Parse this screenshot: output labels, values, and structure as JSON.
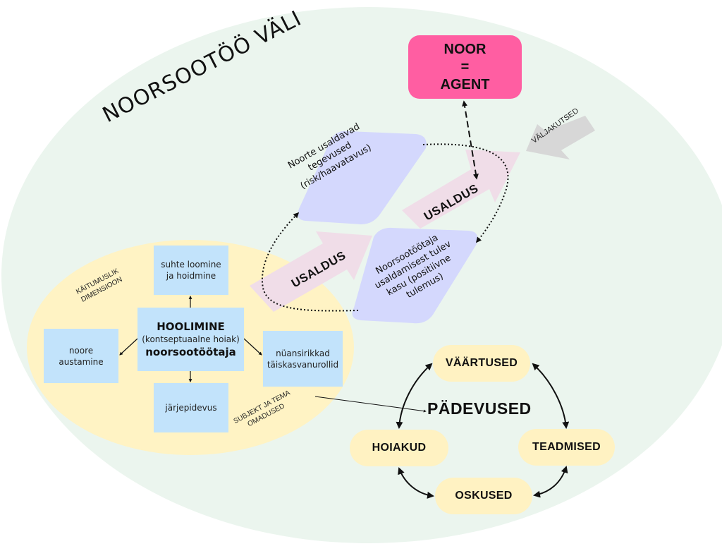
{
  "colors": {
    "field": "#ebf5ee",
    "behavior_area": "#fff3c4",
    "agent": "#ff5ea2",
    "rhombus": "#d4d8fd",
    "trust_arrow": "#f0dde8",
    "challenge_arrow": "#d7d7d7",
    "blue_box": "#c2e3fb",
    "competence_pill": "#fff2c2"
  },
  "field": {
    "title": "NOORSOOTÖÖ VÄLI"
  },
  "agent": {
    "line1": "NOOR",
    "line2": "=",
    "line3": "AGENT"
  },
  "challenges": {
    "label": "VÄLJAKUTSED",
    "icon": "arrow-icon"
  },
  "trust_arrows": [
    {
      "label": "USALDUS"
    },
    {
      "label": "USALDUS"
    }
  ],
  "trust_cycle": {
    "youth_actions": {
      "lines": [
        "Noorte usaldavad",
        "tegevused",
        "(risk/haavatavus)"
      ]
    },
    "worker_benefit": {
      "lines": [
        "Noorsootöötaja",
        "usaldamisest tulev",
        "kasu (positiivne",
        "tulemus)"
      ]
    }
  },
  "behavior_dimension": {
    "label_lines": [
      "KÄITUMUSLIK",
      "DIMENSIOON"
    ],
    "subject_label_lines": [
      "SUBJEKT JA TEMA",
      "OMADUSED"
    ],
    "center": {
      "title": "HOOLIMINE",
      "subtitle": "(kontseptuaalne hoiak)",
      "role": "noorsootöötaja"
    },
    "boxes": {
      "relationship": [
        "suhte loomine",
        "ja hoidmine"
      ],
      "respect": [
        "noore",
        "austamine"
      ],
      "roles": [
        "nüansirikkad",
        "täiskasvanurollid"
      ],
      "consistency": [
        "järjepidevus"
      ]
    }
  },
  "competences": {
    "title": "PÄDEVUSED",
    "items": {
      "values": "VÄÄRTUSED",
      "attitudes": "HOIAKUD",
      "knowledge": "TEADMISED",
      "skills": "OSKUSED"
    }
  }
}
